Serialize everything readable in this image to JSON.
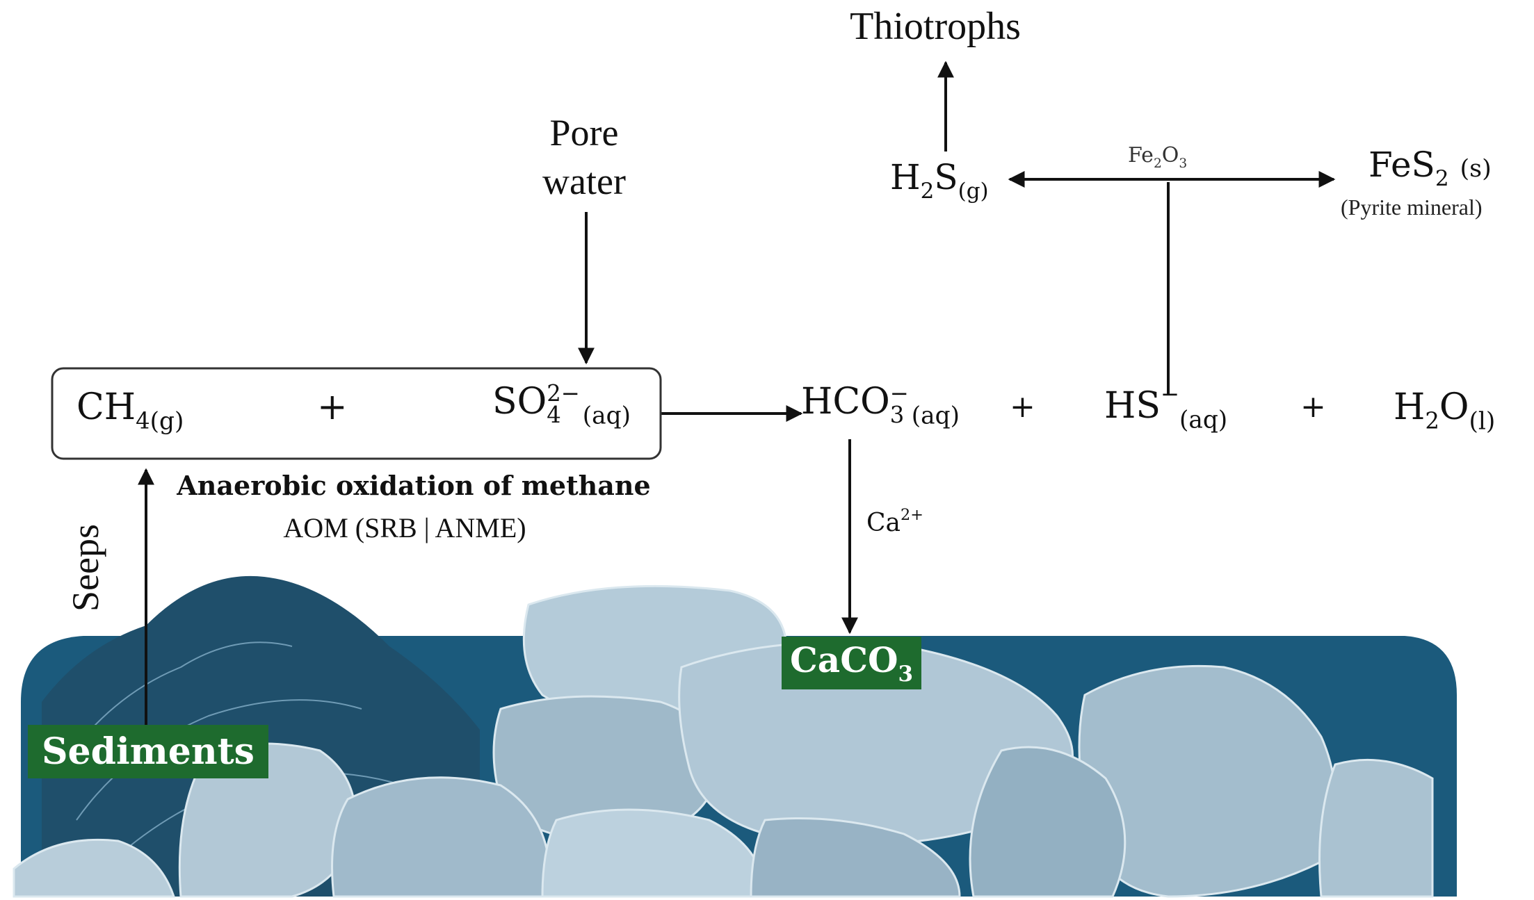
{
  "thiotrophs": "Thiotrophs",
  "pore_water_line1": "Pore",
  "pore_water_line2": "water",
  "h2s": {
    "base": "H",
    "sub1": "2",
    "mid": "S",
    "sub2": "(g)"
  },
  "fe2o3": {
    "a": "Fe",
    "s1": "2",
    "b": "O",
    "s2": "3"
  },
  "fes2": {
    "base": "FeS",
    "sub": "2",
    "state": "(s)",
    "note": "(Pyrite mineral)"
  },
  "reactants": {
    "ch4": {
      "base": "CH",
      "sub": "4",
      "state": "(g)"
    },
    "plus": "+",
    "so4": {
      "base": "SO",
      "sup": "2−",
      "sub": "4",
      "state": "(aq)"
    }
  },
  "products": {
    "hco3": {
      "base": "HCO",
      "sup": "−",
      "sub": "3",
      "state": "(aq)"
    },
    "plus1": "+",
    "hs": {
      "base": "HS",
      "sup": "−",
      "state": "(aq)"
    },
    "plus2": "+",
    "h2o": {
      "base": "H",
      "sub": "2",
      "mid": "O",
      "state": "(l)"
    }
  },
  "aom_title": "Anaerobic oxidation of methane",
  "aom_sub": "AOM (SRB | ANME)",
  "seeps": "Seeps",
  "calcium": {
    "base": "Ca",
    "sup": "2+"
  },
  "caco3": {
    "base": "CaCO",
    "sub": "3"
  },
  "sediments": "Sediments",
  "colors": {
    "sediment_blue": "#1b5a7c",
    "rock_light": "#a9c2d2",
    "label_green": "#1e6b2e",
    "arrow": "#111111"
  }
}
